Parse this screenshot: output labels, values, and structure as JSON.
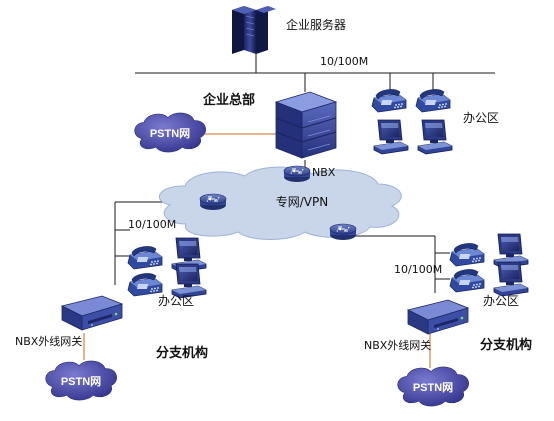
{
  "labels": {
    "server": "企业服务器",
    "hq_speed": "10/100M",
    "hq": "企业总部",
    "hq_pstn": "PSTN网",
    "hq_office": "办公区",
    "nbx": "NBX",
    "vpn": "专网/VPN",
    "left_speed": "10/100M",
    "left_office": "办公区",
    "left_gateway": "NBX外线网关",
    "left_branch": "分支机构",
    "left_pstn": "PSTN网",
    "right_speed": "10/100M",
    "right_office": "办公区",
    "right_gateway": "NBX外线网关",
    "right_branch": "分支机构",
    "right_pstn": "PSTN网"
  },
  "colors": {
    "line": "#1a1a1a",
    "pstn_link": "#d2691e",
    "cloud_purple": "#4a4aa8",
    "cloud_light": "#c9d6ea",
    "device_blue": "#2d3f8f",
    "phone_blue": "#3b6fc2"
  },
  "icons": [
    "server-icon",
    "nbx-device-icon",
    "router-icon",
    "phone-icon",
    "computer-icon",
    "cloud-icon",
    "gateway-icon"
  ]
}
